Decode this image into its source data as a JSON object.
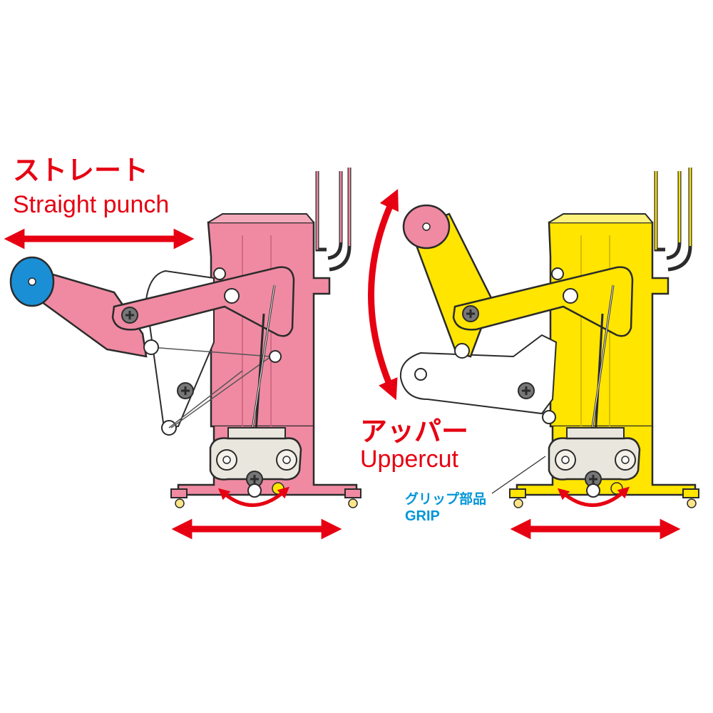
{
  "labels": {
    "straight_jp": "ストレート",
    "straight_en": "Straight punch",
    "upper_jp": "アッパー",
    "upper_en": "Uppercut",
    "grip_jp": "グリップ部品",
    "grip_en": "GRIP"
  },
  "colors": {
    "accent_red": "#e60012",
    "grip_blue": "#0096d6",
    "pink_body": "#ef8aa2",
    "yellow_body": "#ffe500",
    "fist_blue": "#1a8fd6",
    "outline": "#2b2b2b",
    "gear_gray": "#e8e6dd"
  },
  "icons": {
    "arrow": "double-headed-arrow",
    "curved_arrow": "curved-double-arrow",
    "screw": "phillips-screw-icon"
  }
}
